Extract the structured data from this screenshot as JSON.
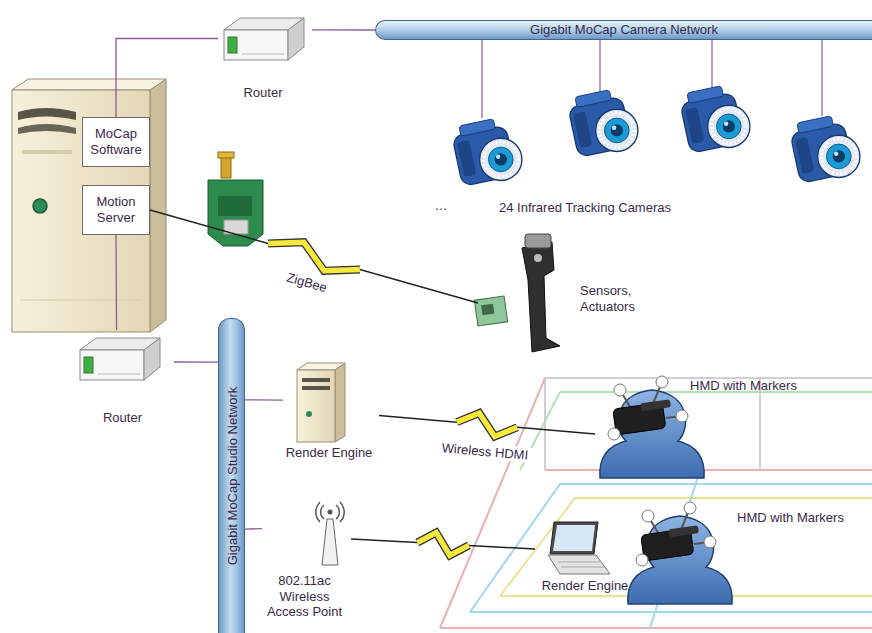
{
  "diagram": {
    "nodes": [
      {
        "text": [
          "Router"
        ]
      },
      {
        "text": [
          "Gigabit MoCap Camera Network"
        ]
      },
      {
        "text": [
          "MoCap Software"
        ]
      },
      {
        "text": [
          "Motion Server"
        ]
      },
      {
        "text": [
          "Sensors, Actuators"
        ]
      },
      {
        "text": [
          "Router"
        ]
      },
      {
        "text": [
          "Gigabit MoCap Studio Network"
        ]
      },
      {
        "text": [
          "Render Engine"
        ]
      },
      {
        "text": [
          "HMD with Markers"
        ]
      },
      {
        "text": [
          "802.11ac Wireless Access Point"
        ]
      },
      {
        "text": [
          "Render Engine"
        ]
      },
      {
        "text": [
          "HMD with Markers"
        ]
      }
    ],
    "edges": [
      {
        "from": 2,
        "to": 0,
        "arrow": "none"
      },
      {
        "from": 0,
        "to": 1,
        "arrow": "none"
      },
      {
        "from": 3,
        "to": 5,
        "arrow": "none"
      },
      {
        "from": 5,
        "to": 6,
        "arrow": "none"
      },
      {
        "from": 6,
        "to": 7,
        "arrow": "none"
      },
      {
        "from": 6,
        "to": 9,
        "arrow": "none"
      },
      {
        "from": 3,
        "to": 4,
        "label": "ZigBee",
        "arrow": "none"
      },
      {
        "from": 7,
        "to": 8,
        "label": "Wireless HDMI",
        "arrow": "none"
      },
      {
        "from": 9,
        "to": 10,
        "arrow": "none"
      }
    ],
    "labels": [
      "…",
      "24 Infrared Tracking Cameras"
    ]
  }
}
